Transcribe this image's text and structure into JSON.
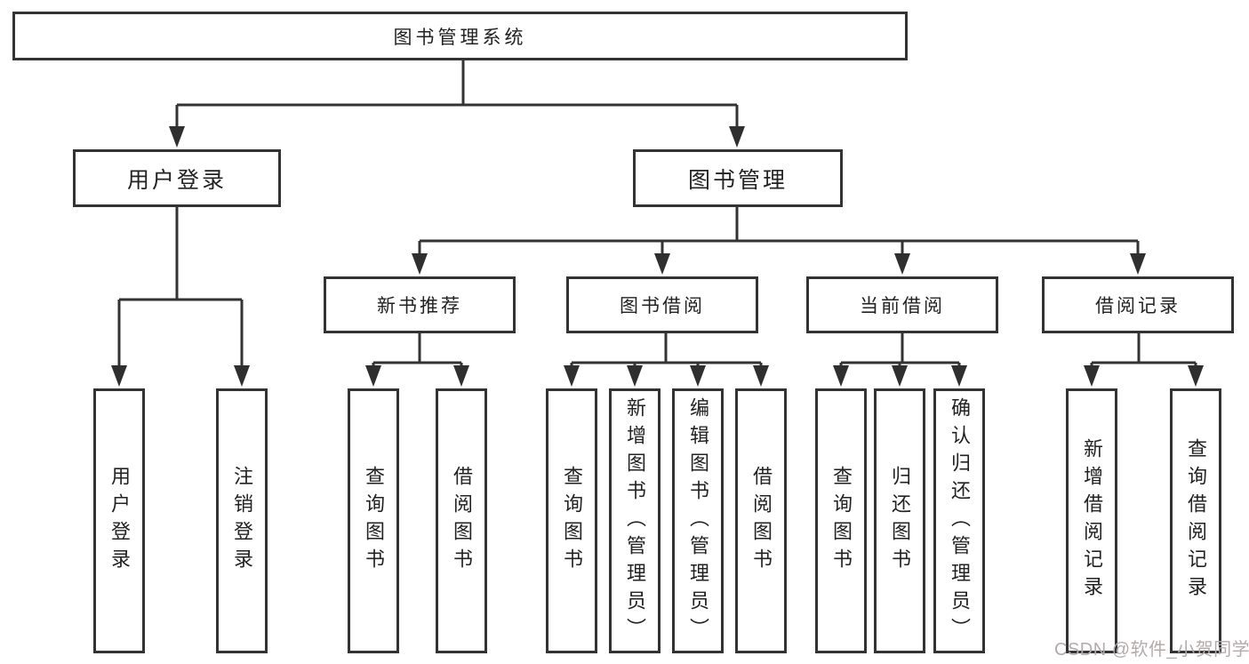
{
  "colors": {
    "line": "#333333",
    "box_border": "#333333",
    "text": "#222222",
    "background": "#ffffff",
    "watermark": "#b3abab"
  },
  "watermark": {
    "text": "CSDN @软件_小贺同学"
  },
  "diagram": {
    "root": {
      "label": "图书管理系统"
    },
    "level2": [
      {
        "label": "用户登录"
      },
      {
        "label": "图书管理"
      }
    ],
    "level3": [
      {
        "label": "新书推荐",
        "parent": "图书管理"
      },
      {
        "label": "图书借阅",
        "parent": "图书管理"
      },
      {
        "label": "当前借阅",
        "parent": "图书管理"
      },
      {
        "label": "借阅记录",
        "parent": "图书管理"
      }
    ],
    "leaves": [
      {
        "label": "用户登录",
        "parent": "用户登录"
      },
      {
        "label": "注销登录",
        "parent": "用户登录"
      },
      {
        "label": "查询图书",
        "parent": "新书推荐"
      },
      {
        "label": "借阅图书",
        "parent": "新书推荐"
      },
      {
        "label": "查询图书",
        "parent": "图书借阅"
      },
      {
        "label": "新增图书（管理员）",
        "parent": "图书借阅"
      },
      {
        "label": "编辑图书（管理员）",
        "parent": "图书借阅"
      },
      {
        "label": "借阅图书",
        "parent": "图书借阅"
      },
      {
        "label": "查询图书",
        "parent": "当前借阅"
      },
      {
        "label": "归还图书",
        "parent": "当前借阅"
      },
      {
        "label": "确认归还（管理员）",
        "parent": "当前借阅"
      },
      {
        "label": "新增借阅记录",
        "parent": "借阅记录"
      },
      {
        "label": "查询借阅记录",
        "parent": "借阅记录"
      }
    ]
  }
}
